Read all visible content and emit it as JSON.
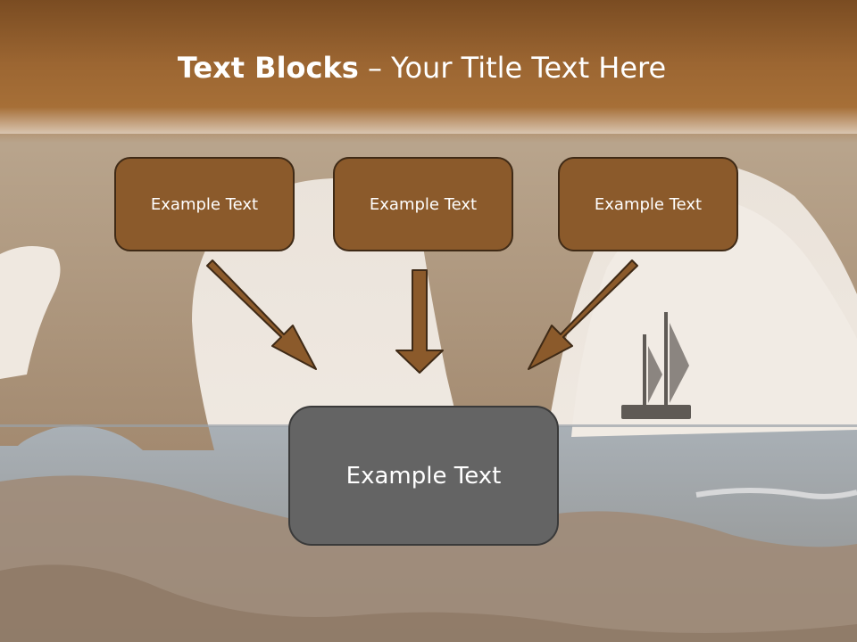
{
  "slide": {
    "title_bold": "Text Blocks",
    "title_dash": " – ",
    "title_rest": "Your Title Text Here"
  },
  "boxes": {
    "left": "Example Text",
    "center": "Example Text",
    "right": "Example Text",
    "bottom": "Example Text"
  },
  "colors": {
    "title_band": "#9c6632",
    "box_fill": "#8b5a2b",
    "box_border": "#3f2a16",
    "bottom_box_fill": "#646464",
    "arrow_fill": "#8b5a2b"
  },
  "background": {
    "icon": "sea-arch-ship-photo"
  }
}
